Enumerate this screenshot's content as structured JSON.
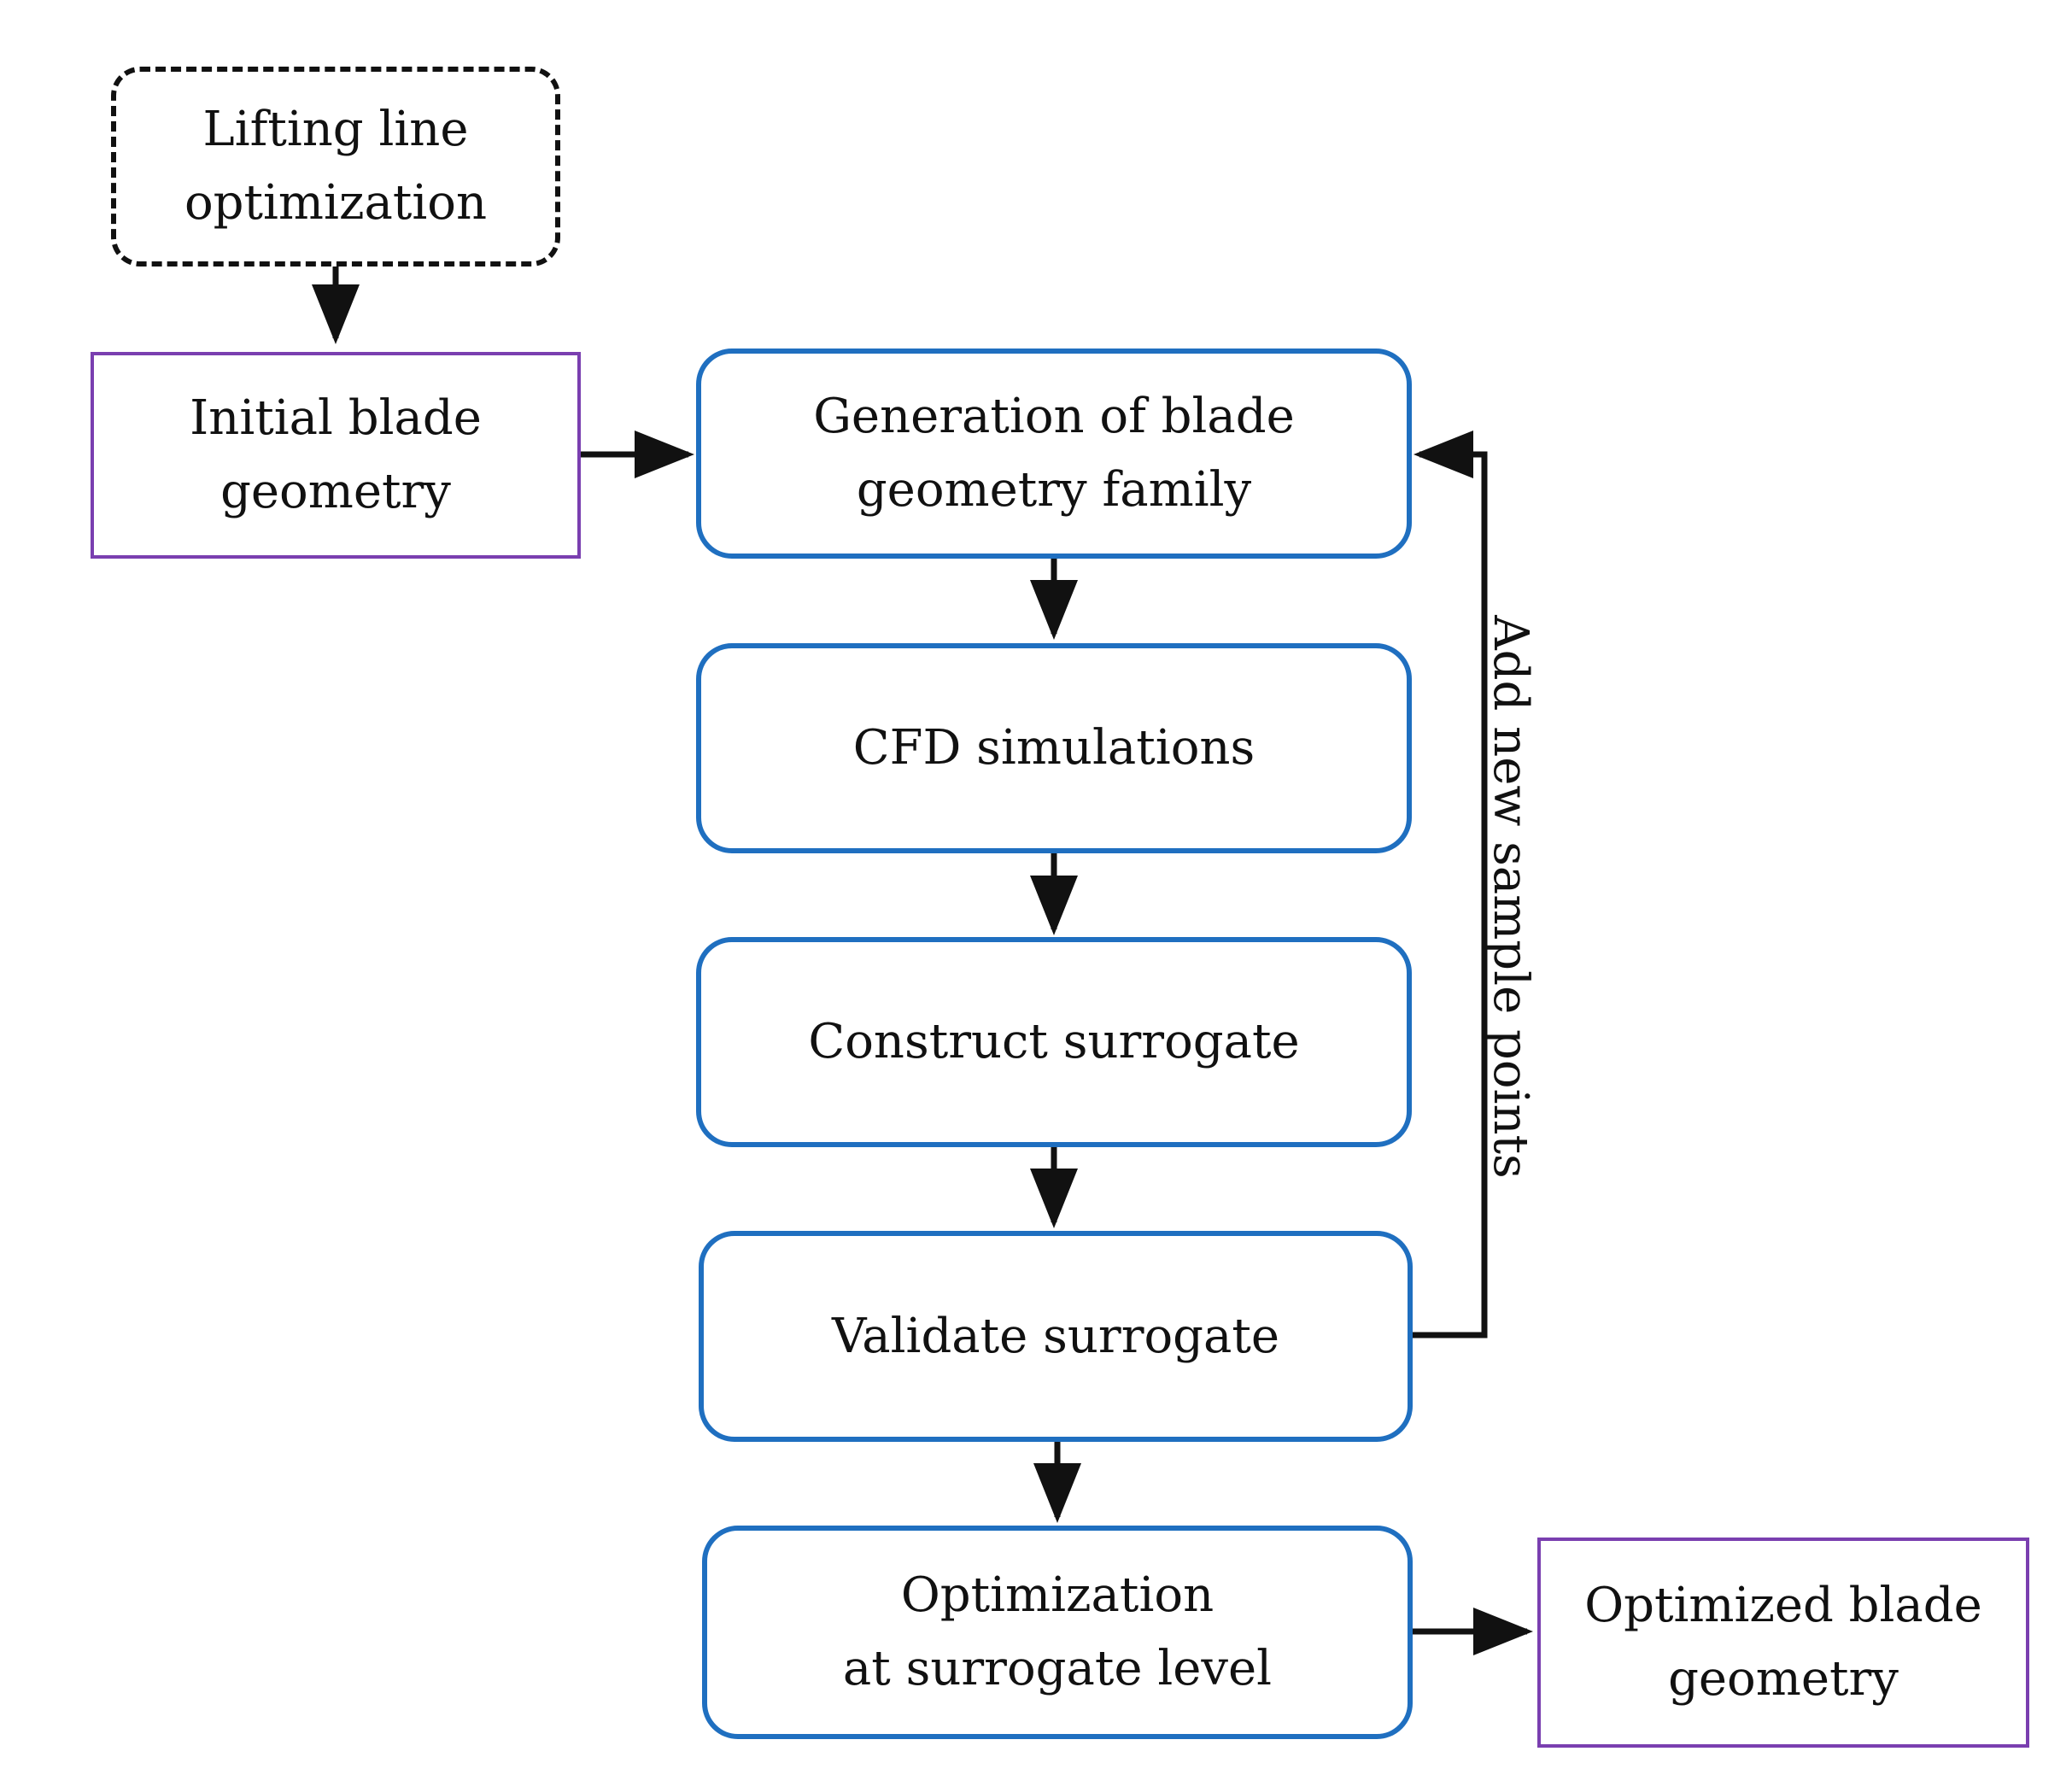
{
  "nodes": {
    "lifting_line": {
      "line1": "Lifting line",
      "line2": "optimization"
    },
    "initial_blade": {
      "line1": "Initial blade",
      "line2": "geometry"
    },
    "generation": {
      "line1": "Generation of blade",
      "line2": "geometry family"
    },
    "cfd": {
      "line1": "CFD simulations"
    },
    "construct": {
      "line1": "Construct surrogate"
    },
    "validate": {
      "line1": "Validate surrogate"
    },
    "optimization": {
      "line1": "Optimization",
      "line2": "at surrogate level"
    },
    "optimized_blade": {
      "line1": "Optimized blade",
      "line2": "geometry"
    }
  },
  "feedback_label": "Add new sample points",
  "colors": {
    "process_border": "#1f6fc0",
    "io_border": "#7a3fb0",
    "arrow": "#111111",
    "feedback_line": "#111111"
  }
}
